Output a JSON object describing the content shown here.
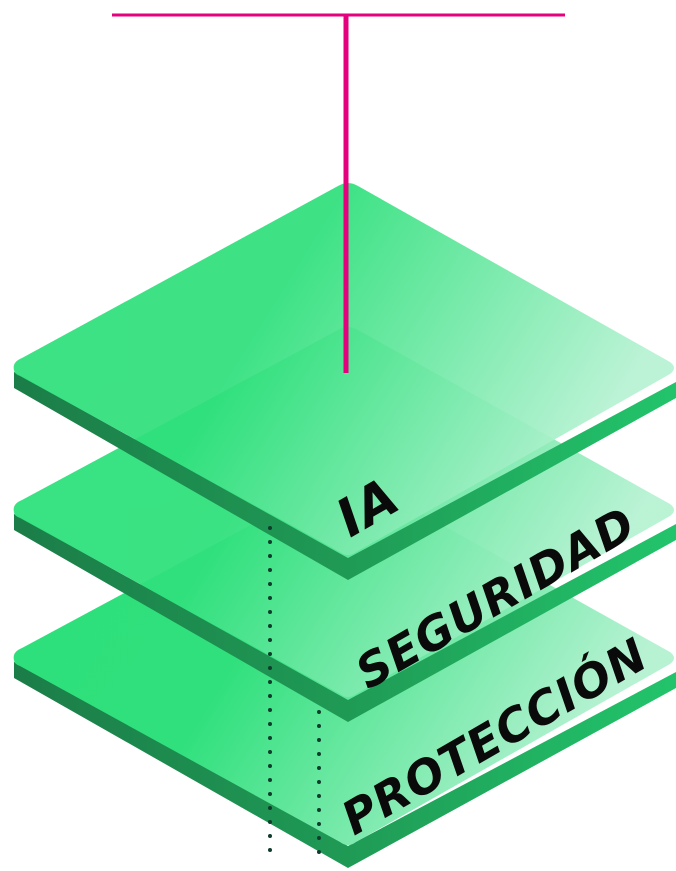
{
  "diagram": {
    "layers": [
      {
        "id": "proteccion",
        "label": "PROTECCIÓN"
      },
      {
        "id": "seguridad",
        "label": "SEGURIDAD"
      },
      {
        "id": "ia",
        "label": "IA"
      }
    ]
  },
  "colors": {
    "accent_line": "#e5007e",
    "plate_light": "#a8efc9",
    "plate_main": "#22dd72",
    "plate_side": "#1e8a4f",
    "dots": "#0f3d2c"
  }
}
